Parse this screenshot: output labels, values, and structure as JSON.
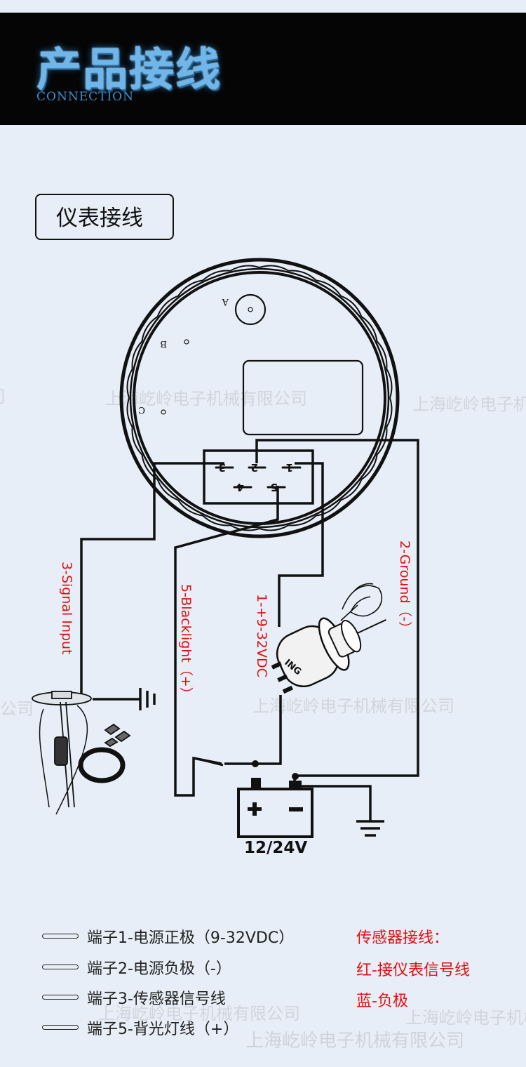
{
  "header": {
    "title": "产品接线",
    "subtitle": "CONNECTION"
  },
  "section": {
    "title": "仪表接线"
  },
  "gauge": {
    "holes": [
      "A",
      "B",
      "C"
    ],
    "terminals": [
      "3",
      "2",
      "1",
      "4",
      "5"
    ]
  },
  "wires": {
    "signal": "3-Signal Input",
    "backlight": "5-Blacklight（+）",
    "power": "1-+9-32VDC",
    "ground": "2-Ground（-）"
  },
  "ignition_label": "ING",
  "battery": {
    "voltage": "12/24V",
    "plus": "+",
    "minus": "-"
  },
  "legend": [
    "端子1-电源正极（9-32VDC）",
    "端子2-电源负极（-）",
    "端子3-传感器信号线",
    "端子5-背光灯线（+）"
  ],
  "sensor_wiring": {
    "title": "传感器接线：",
    "red": "红-接仪表信号线",
    "blue": "蓝-负极"
  },
  "watermark": "上海屹岭电子机械有限公司",
  "colors": {
    "accent_red": "#e01010",
    "header_bg": "#050505",
    "title_blue": "#6fb7ea",
    "page_bg": "#e8eef7"
  }
}
